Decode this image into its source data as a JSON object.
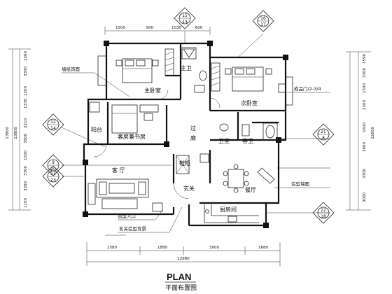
{
  "plan": {
    "title": "PLAN",
    "subtitle": "平面布置图",
    "rooms": {
      "master_bedroom": "主卧室",
      "master_bath": "主卫",
      "second_bedroom": "次卧室",
      "study": "客房兼书房",
      "balcony": "阳台",
      "corridor_1": "过",
      "corridor_2": "廊",
      "living_room": "客  厅",
      "entry": "玄关",
      "shoe_cabinet": "鞋柜",
      "dining": "餐厅",
      "kitchen": "厨房间",
      "powder": "客卫",
      "wash": "卫室"
    },
    "annotations": {
      "a1": "墙纸饰面",
      "a2": "成品门/2-3/4",
      "a3": "造型墙面",
      "a4": "造型入口",
      "a5": "玄关造型背景"
    },
    "markers": [
      {
        "top": "15",
        "bottom": "13"
      },
      {
        "top": "16",
        "bottom": "17"
      },
      {
        "top": "12",
        "bottom": "14"
      },
      {
        "top": "9",
        "bottom": "20"
      },
      {
        "top": "11",
        "bottom": "23"
      },
      {
        "top": "21",
        "bottom": "8"
      },
      {
        "top": "22",
        "bottom": "18"
      }
    ],
    "dims_top": [
      "1500",
      "900",
      "1030",
      "600"
    ],
    "dims_left": [
      "1560",
      "3300",
      "1500",
      "1330",
      "2210",
      "3900",
      "1500",
      "3300",
      "3300",
      "1100"
    ],
    "dims_right": [
      "1590",
      "3300",
      "1500",
      "2200",
      "1600",
      "3600",
      "3300",
      "3000"
    ],
    "dims_bottom": [
      "2580",
      "1880",
      "3000",
      "1680"
    ],
    "dim_total_bottom": "12980",
    "dim_total_left": "13800",
    "dim_total_right": "12650"
  }
}
